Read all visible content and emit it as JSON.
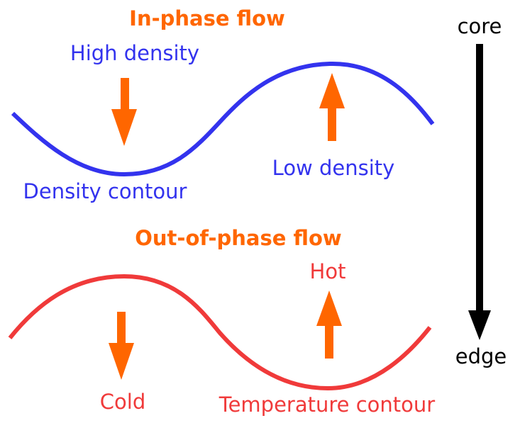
{
  "colors": {
    "accent_orange": "#ff6600",
    "density_blue": "#3333ee",
    "temperature_red": "#f03a3a",
    "axis_black": "#000000"
  },
  "in_phase": {
    "title": "In-phase flow",
    "high_label": "High density",
    "low_label": "Low density",
    "contour_label": "Density contour"
  },
  "out_of_phase": {
    "title": "Out-of-phase flow",
    "hot_label": "Hot",
    "cold_label": "Cold",
    "contour_label": "Temperature contour"
  },
  "radial_axis": {
    "top_label": "core",
    "bottom_label": "edge"
  }
}
